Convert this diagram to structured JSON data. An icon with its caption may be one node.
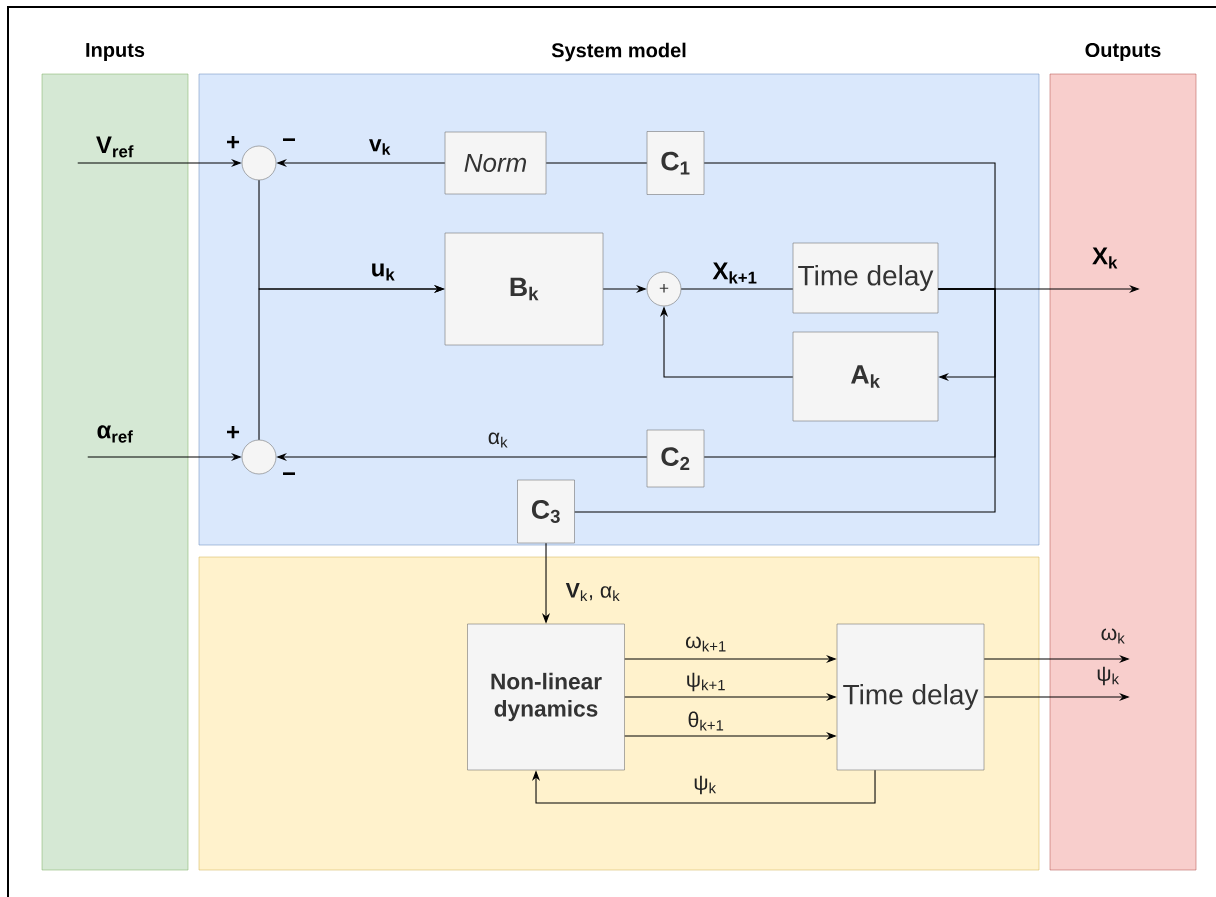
{
  "diagram": {
    "nodes": [
      {
        "text": [
          "Inputs"
        ]
      },
      {
        "text": [
          "System model"
        ]
      },
      {
        "text": [],
        "shape": "box"
      },
      {
        "text": [
          "Outputs"
        ]
      },
      {
        "text": [],
        "shape": "circle",
        "in": 1
      },
      {
        "text": [
          "Norm"
        ],
        "in": 1
      },
      {
        "text": [
          "C$_{1}$"
        ],
        "in": 1
      },
      {
        "text": [
          "B$_{k}$"
        ],
        "in": 1
      },
      {
        "text": [
          "+"
        ],
        "in": 1
      },
      {
        "text": [
          "Time delay"
        ],
        "in": 1
      },
      {
        "text": [
          "A$_{k}$"
        ],
        "in": 1
      },
      {
        "text": [],
        "shape": "circle",
        "in": 1
      },
      {
        "text": [
          "C$_{2}$"
        ],
        "in": 1
      },
      {
        "text": [
          "C$_{3}$"
        ],
        "in": 1
      },
      {
        "text": [
          "Non-linear dynamics"
        ],
        "in": 2
      },
      {
        "text": [
          "Time delay"
        ],
        "in": 2
      }
    ],
    "edges": [
      {
        "from": 0,
        "to": 4,
        "arrow": "to",
        "label": "V$_{ref}$"
      },
      {
        "from": 5,
        "to": 4,
        "arrow": "to",
        "label": "v$_{k}$"
      },
      {
        "from": 4,
        "to": 7,
        "arrow": "to",
        "label": "u$_{k}$"
      },
      {
        "from": 11,
        "to": 7,
        "arrow": "to"
      },
      {
        "from": 7,
        "to": 8,
        "arrow": "to"
      },
      {
        "from": 8,
        "to": 9,
        "arrow": "none",
        "label": "X$_{k+1}$"
      },
      {
        "from": 9,
        "to": 3,
        "arrow": "to",
        "label": "X$_{k}$"
      },
      {
        "from": 9,
        "to": 6,
        "arrow": "none"
      },
      {
        "from": 6,
        "to": 5,
        "arrow": "none"
      },
      {
        "from": 9,
        "to": 10,
        "arrow": "to"
      },
      {
        "from": 10,
        "to": 8,
        "arrow": "to"
      },
      {
        "from": 9,
        "to": 12,
        "arrow": "none"
      },
      {
        "from": 12,
        "to": 11,
        "arrow": "to",
        "label": "α$_{k}$"
      },
      {
        "from": 9,
        "to": 13,
        "arrow": "none"
      },
      {
        "from": 0,
        "to": 11,
        "arrow": "to",
        "label": "α$_{ref}$"
      },
      {
        "from": 13,
        "to": 14,
        "arrow": "to",
        "label": "**V**$_{k}$, α$_{k}$"
      },
      {
        "from": 14,
        "to": 15,
        "arrow": "to",
        "label": "ω$_{k+1}$"
      },
      {
        "from": 14,
        "to": 15,
        "arrow": "to",
        "label": "ψ$_{k+1}$"
      },
      {
        "from": 14,
        "to": 15,
        "arrow": "to",
        "label": "θ$_{k+1}$"
      },
      {
        "from": 15,
        "to": 14,
        "arrow": "to",
        "label": "ψ$_{k}$"
      },
      {
        "from": 15,
        "to": 3,
        "arrow": "to",
        "label": "ω$_{k}$"
      },
      {
        "from": 15,
        "to": 3,
        "arrow": "to",
        "label": "ψ$_{k}$"
      }
    ],
    "labels": [
      "+",
      "−",
      "+",
      "−"
    ]
  }
}
